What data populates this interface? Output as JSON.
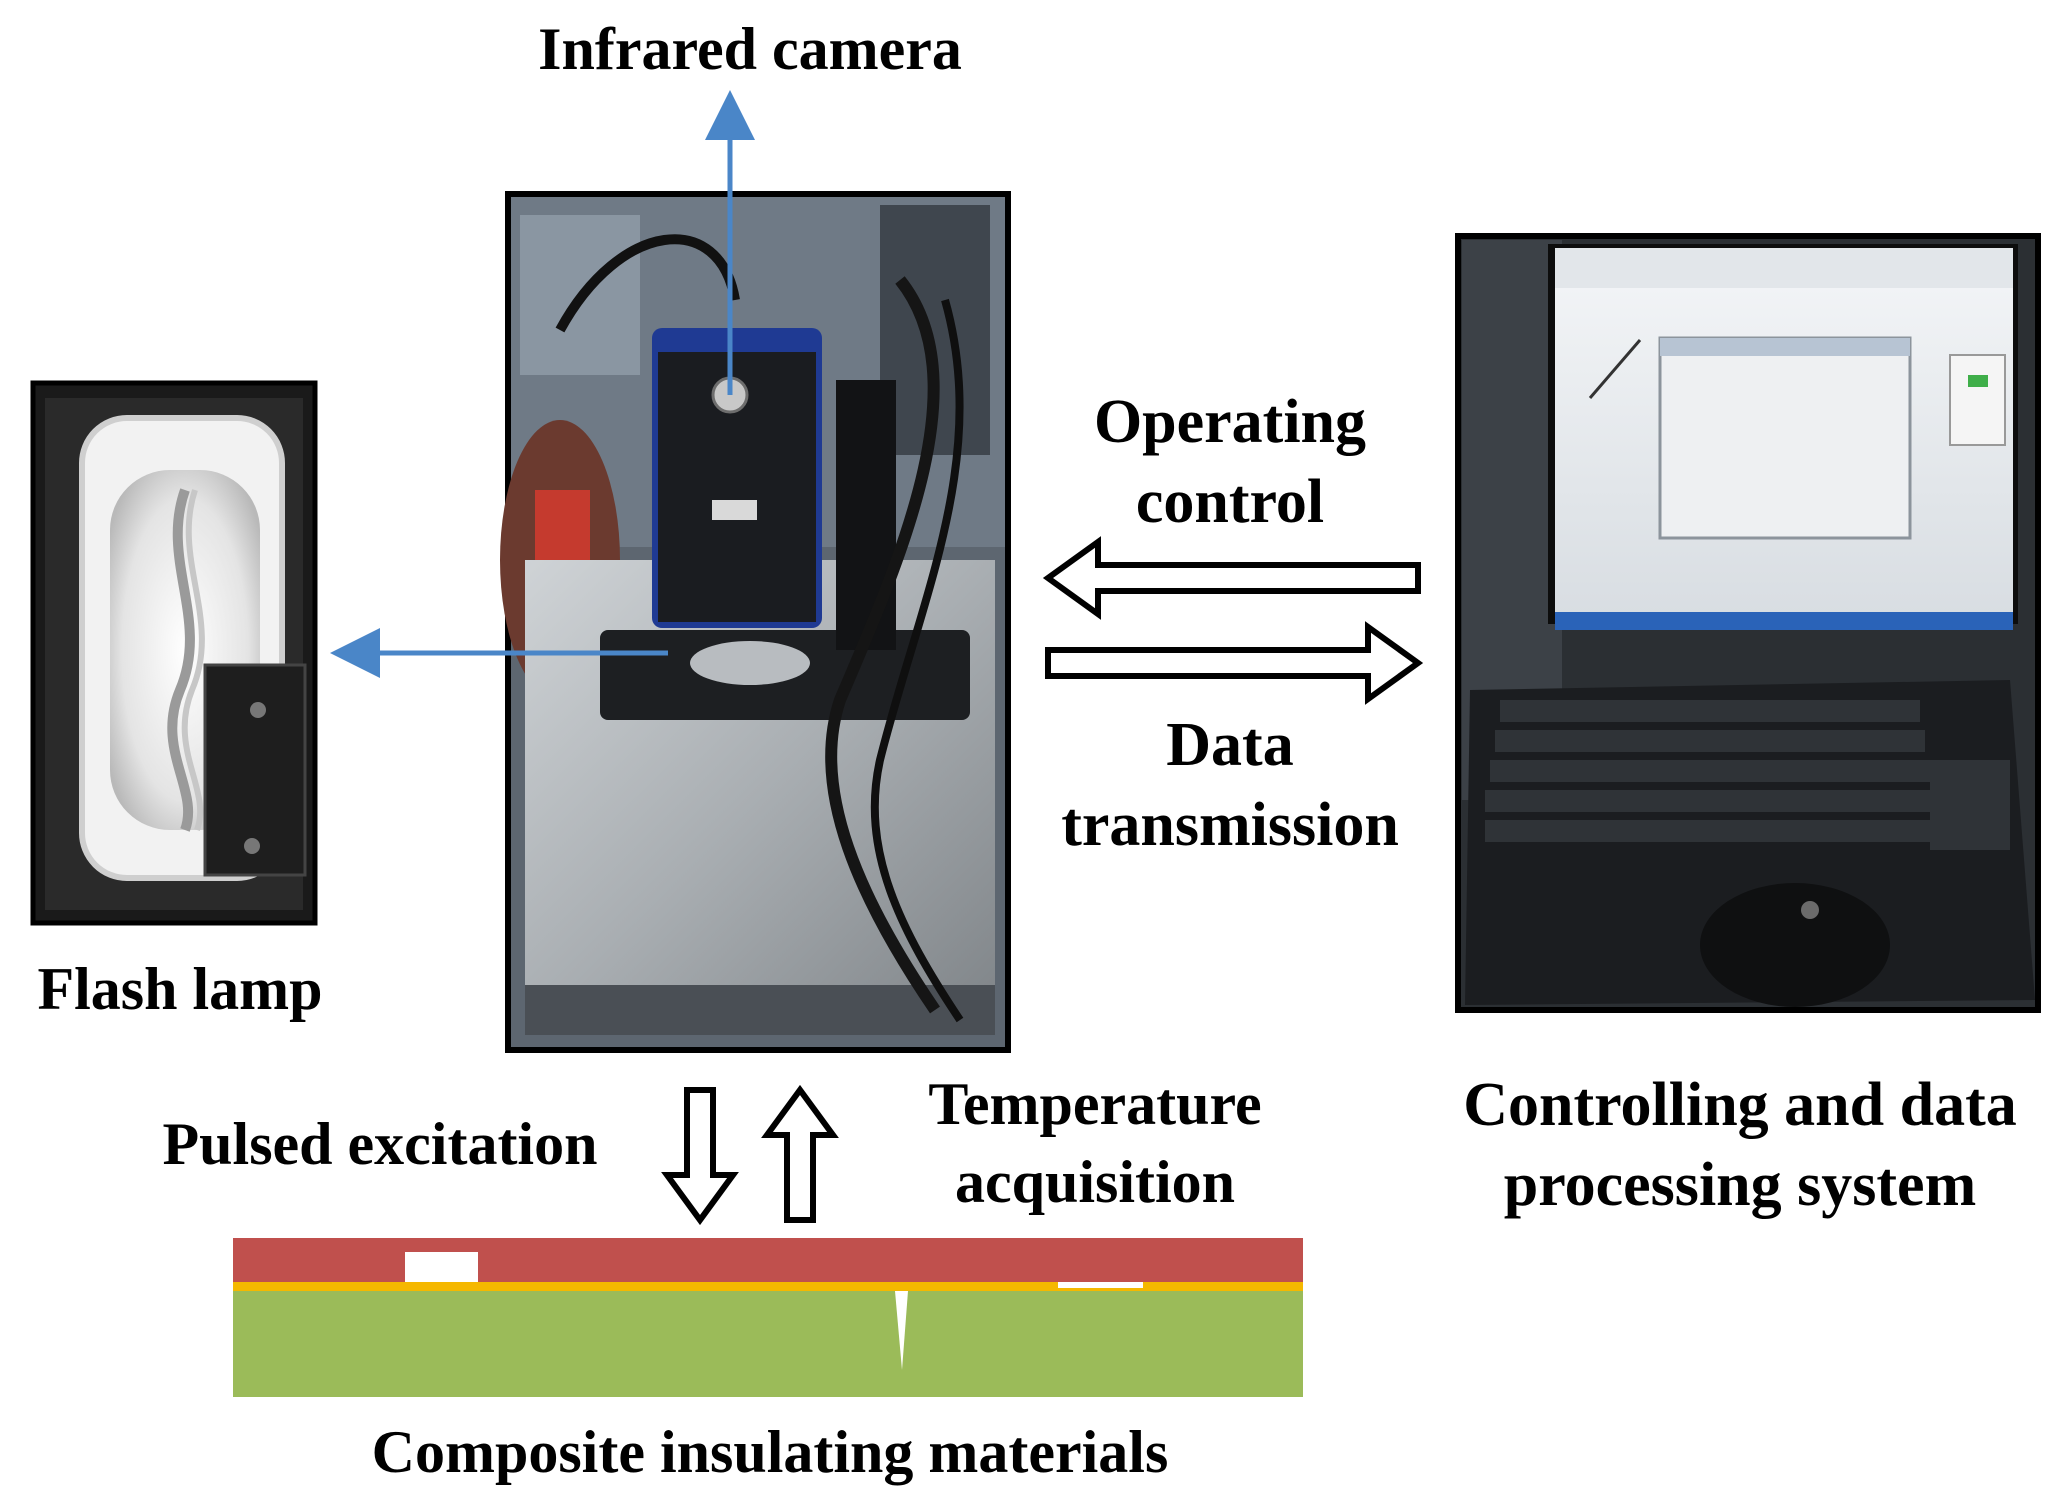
{
  "labels": {
    "infrared_camera": "Infrared camera",
    "flash_lamp": "Flash lamp",
    "operating_control_line1": "Operating",
    "operating_control_line2": "control",
    "data_transmission_line1": "Data",
    "data_transmission_line2": "transmission",
    "pulsed_excitation": "Pulsed excitation",
    "temperature_acquisition_line1": "Temperature",
    "temperature_acquisition_line2": "acquisition",
    "controlling_line1": "Controlling and data",
    "controlling_line2": "processing system",
    "composite_materials": "Composite insulating materials"
  },
  "colors": {
    "pointer_arrow": "#4a86c8",
    "specimen_top_layer": "#c0504d",
    "specimen_interface": "#f5b800",
    "specimen_bottom_layer": "#9bbb59",
    "defect": "#ffffff"
  }
}
